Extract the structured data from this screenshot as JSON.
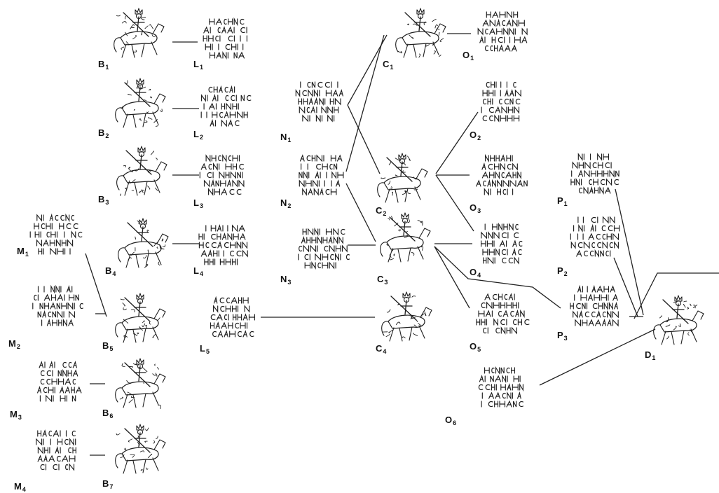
{
  "title": "",
  "nodes": [
    {
      "id": "B1",
      "letter": "B",
      "index": "1",
      "kind": "rider"
    },
    {
      "id": "B2",
      "letter": "B",
      "index": "2",
      "kind": "rider"
    },
    {
      "id": "B3",
      "letter": "B",
      "index": "3",
      "kind": "rider"
    },
    {
      "id": "B4",
      "letter": "B",
      "index": "4",
      "kind": "rider"
    },
    {
      "id": "B5",
      "letter": "B",
      "index": "5",
      "kind": "rider"
    },
    {
      "id": "B6",
      "letter": "B",
      "index": "6",
      "kind": "rider"
    },
    {
      "id": "B7",
      "letter": "B",
      "index": "7",
      "kind": "rider"
    },
    {
      "id": "L1",
      "letter": "L",
      "index": "1",
      "kind": "legend"
    },
    {
      "id": "L2",
      "letter": "L",
      "index": "2",
      "kind": "legend"
    },
    {
      "id": "L3",
      "letter": "L",
      "index": "3",
      "kind": "legend"
    },
    {
      "id": "L4",
      "letter": "L",
      "index": "4",
      "kind": "legend"
    },
    {
      "id": "L5",
      "letter": "L",
      "index": "5",
      "kind": "legend"
    },
    {
      "id": "M1",
      "letter": "M",
      "index": "1",
      "kind": "legend"
    },
    {
      "id": "M2",
      "letter": "M",
      "index": "2",
      "kind": "legend"
    },
    {
      "id": "M3",
      "letter": "M",
      "index": "3",
      "kind": "legend"
    },
    {
      "id": "M4",
      "letter": "M",
      "index": "4",
      "kind": "legend"
    },
    {
      "id": "N1",
      "letter": "N",
      "index": "1",
      "kind": "legend"
    },
    {
      "id": "N2",
      "letter": "N",
      "index": "2",
      "kind": "legend"
    },
    {
      "id": "N3",
      "letter": "N",
      "index": "3",
      "kind": "legend"
    },
    {
      "id": "C1",
      "letter": "C",
      "index": "1",
      "kind": "rider"
    },
    {
      "id": "C2",
      "letter": "C",
      "index": "2",
      "kind": "rider"
    },
    {
      "id": "C3",
      "letter": "C",
      "index": "3",
      "kind": "rider"
    },
    {
      "id": "C4",
      "letter": "C",
      "index": "4",
      "kind": "rider"
    },
    {
      "id": "O1",
      "letter": "O",
      "index": "1",
      "kind": "legend"
    },
    {
      "id": "O2",
      "letter": "O",
      "index": "2",
      "kind": "legend"
    },
    {
      "id": "O3",
      "letter": "O",
      "index": "3",
      "kind": "legend"
    },
    {
      "id": "O4",
      "letter": "O",
      "index": "4",
      "kind": "legend"
    },
    {
      "id": "O5",
      "letter": "O",
      "index": "5",
      "kind": "legend"
    },
    {
      "id": "O6",
      "letter": "O",
      "index": "6",
      "kind": "legend"
    },
    {
      "id": "P1",
      "letter": "P",
      "index": "1",
      "kind": "legend"
    },
    {
      "id": "P2",
      "letter": "P",
      "index": "2",
      "kind": "legend"
    },
    {
      "id": "P3",
      "letter": "P",
      "index": "3",
      "kind": "legend"
    },
    {
      "id": "D1",
      "letter": "D",
      "index": "1",
      "kind": "rider"
    }
  ],
  "edges": [
    [
      "L1",
      "B1"
    ],
    [
      "L2",
      "B2"
    ],
    [
      "L3",
      "B3"
    ],
    [
      "L4",
      "B4"
    ],
    [
      "M1",
      "B5"
    ],
    [
      "M2",
      "B5"
    ],
    [
      "M3",
      "B6"
    ],
    [
      "M4",
      "B7"
    ],
    [
      "N1",
      "C1"
    ],
    [
      "N1",
      "C2"
    ],
    [
      "N2",
      "C1"
    ],
    [
      "N2",
      "C3"
    ],
    [
      "N3",
      "C3"
    ],
    [
      "L5",
      "C4"
    ],
    [
      "C1",
      "O1"
    ],
    [
      "C2",
      "O2"
    ],
    [
      "C2",
      "O3"
    ],
    [
      "C2",
      "O4"
    ],
    [
      "C3",
      "O4"
    ],
    [
      "C3",
      "O5"
    ],
    [
      "C3",
      "P3"
    ],
    [
      "P1",
      "D1"
    ],
    [
      "P2",
      "D1"
    ],
    [
      "P3",
      "D1"
    ],
    [
      "O6",
      "D1"
    ]
  ]
}
